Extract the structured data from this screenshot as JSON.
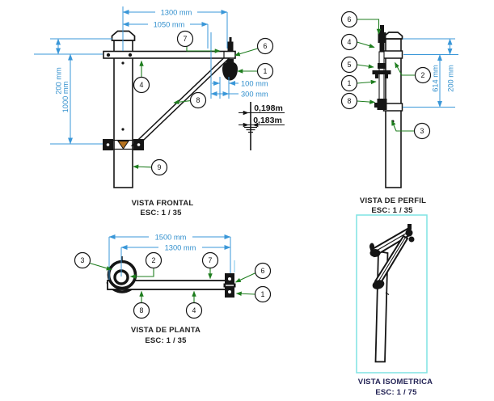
{
  "colors": {
    "dimension_blue": "#3a97d8",
    "leader_green": "#1e7d1e",
    "drawing_black": "#151515",
    "iso_box_cyan": "#7fe3e3",
    "clamp_detail_orange": "#b5721f"
  },
  "views": {
    "frontal": {
      "title": "VISTA FRONTAL",
      "scale": "ESC: 1 / 35",
      "dim_1300": "1300 mm",
      "dim_1050": "1050 mm",
      "dim_200": "200 mm",
      "dim_1000": "1000 mm",
      "dim_100": "100 mm",
      "dim_300": "300 mm",
      "ground_dim_top": "0,198m",
      "ground_dim_bottom": "0,183m",
      "callout_7": "7",
      "callout_4": "4",
      "callout_6": "6",
      "callout_1": "1",
      "callout_8": "8",
      "callout_9": "9"
    },
    "perfil": {
      "title": "VISTA DE PERFIL",
      "scale": "ESC: 1 / 35",
      "dim_614": "614 mm",
      "dim_200": "200 mm",
      "callout_6": "6",
      "callout_4": "4",
      "callout_5": "5",
      "callout_1": "1",
      "callout_8": "8",
      "callout_2": "2",
      "callout_3": "3"
    },
    "planta": {
      "title": "VISTA DE PLANTA",
      "scale": "ESC: 1 / 35",
      "dim_1500": "1500 mm",
      "dim_1300": "1300 mm",
      "callout_3": "3",
      "callout_2": "2",
      "callout_7": "7",
      "callout_6": "6",
      "callout_1": "1",
      "callout_8": "8",
      "callout_4": "4"
    },
    "isometrica": {
      "title": "VISTA ISOMETRICA",
      "scale": "ESC: 1 / 75"
    }
  }
}
